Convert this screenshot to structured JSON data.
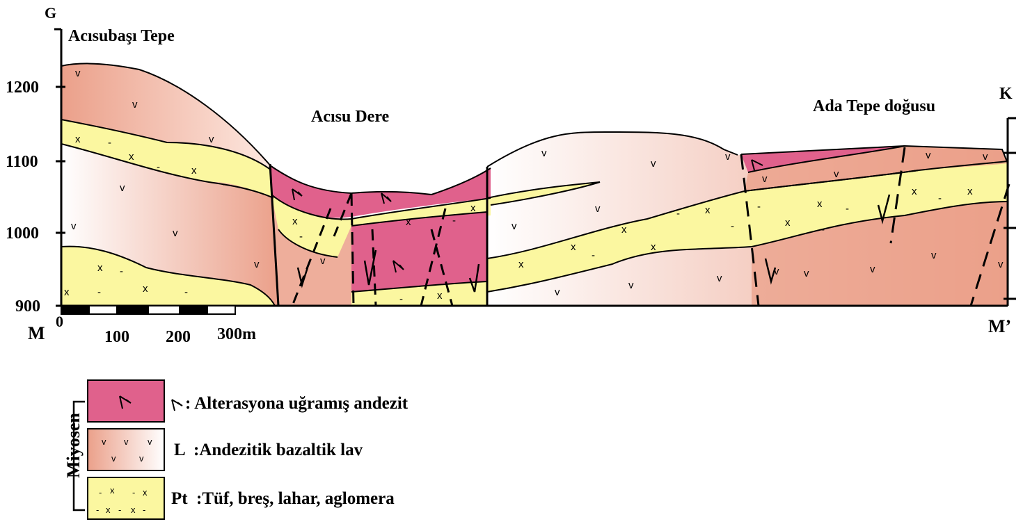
{
  "section": {
    "start_letter": "G",
    "end_letter": "K",
    "start_label": "M",
    "end_label": "M’",
    "places": {
      "left": "Acısubaşı Tepe",
      "valley": "Acısu Dere",
      "right": "Ada Tepe doğusu"
    },
    "elevation_ticks": [
      "1200",
      "1100",
      "1000",
      "900"
    ],
    "scale_labels": [
      "0",
      "100",
      "200",
      "300m"
    ]
  },
  "legend": {
    "group_label": "Miyosen",
    "items": [
      {
        "code": "",
        "text": ": Alterasyona uğramış andezit",
        "color": "#e0618c"
      },
      {
        "code": "L",
        "text": ":Andezitik bazaltik lav",
        "color": "#ea9c86"
      },
      {
        "code": "Pt",
        "text": ":Tüf, breş, lahar, aglomera",
        "color": "#fbf7a0"
      }
    ]
  },
  "colors": {
    "altered_andesite": "#e0618c",
    "lava": "#ea9c86",
    "tuff": "#fbf7a0"
  }
}
